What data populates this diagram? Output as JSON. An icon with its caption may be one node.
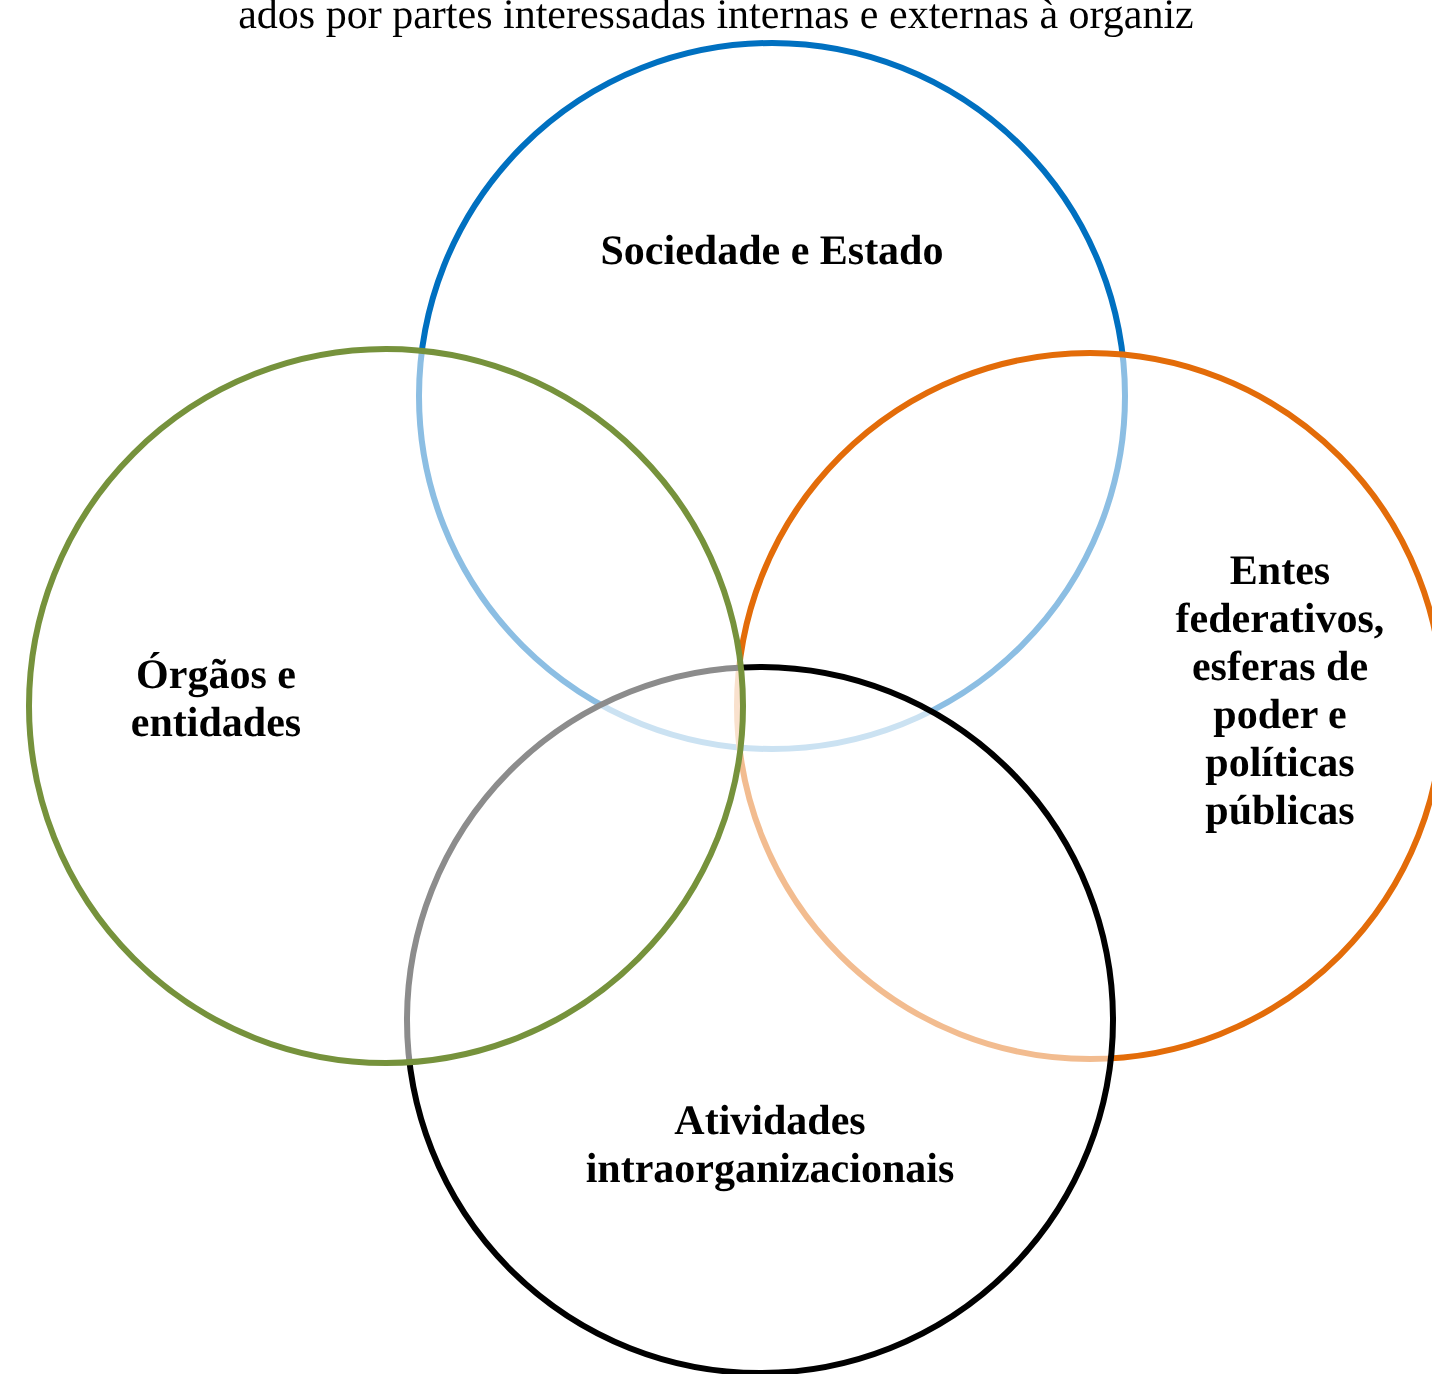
{
  "diagram": {
    "nodes": [
      {
        "text": [
          "Sociedade e Estado"
        ]
      },
      {
        "text": [
          "Entes federativos, esferas de poder e políticas públicas"
        ]
      },
      {
        "text": [
          "Atividades intraorganizacionais"
        ]
      },
      {
        "text": [
          "Órgãos e entidades"
        ]
      }
    ],
    "edges": [],
    "labels": [
      "ados por partes interessadas internas e externas à organiz"
    ]
  }
}
